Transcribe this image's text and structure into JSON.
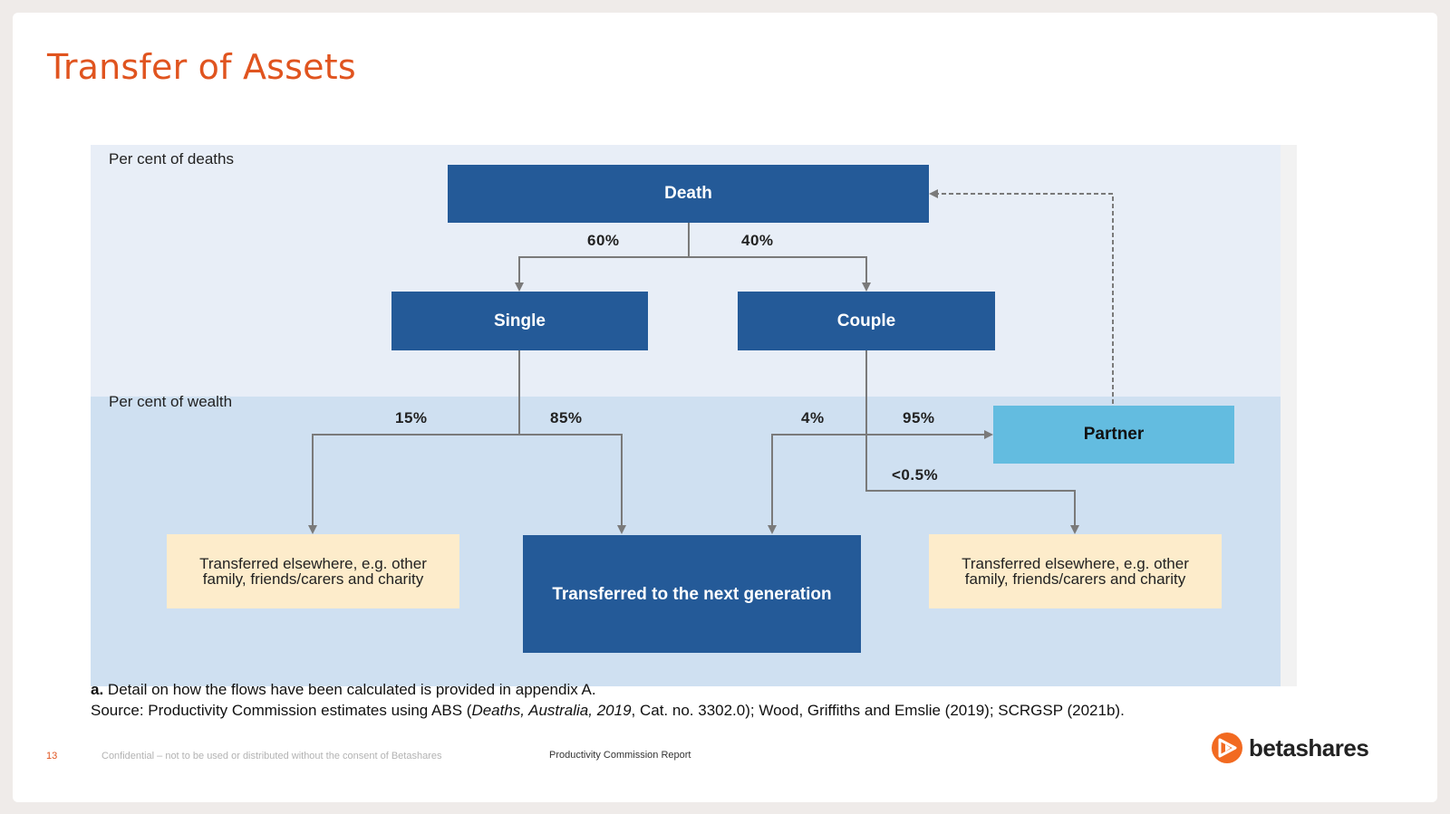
{
  "slide": {
    "title": "Transfer of Assets",
    "page_number": "13",
    "confidential": "Confidential – not to be used or distributed without the consent of Betashares",
    "report": "Productivity Commission Report",
    "brand": "betashares"
  },
  "diagram": {
    "band_deaths": "Per cent of deaths",
    "band_wealth": "Per cent of wealth",
    "nodes": {
      "death": "Death",
      "single": "Single",
      "couple": "Couple",
      "partner": "Partner",
      "elsewhere_left": "Transferred elsewhere, e.g. other family, friends/carers and charity",
      "next_generation": "Transferred to the next generation",
      "elsewhere_right": "Transferred elsewhere, e.g. other family, friends/carers and charity"
    },
    "percentages": {
      "death_to_single": "60%",
      "death_to_couple": "40%",
      "single_to_elsewhere": "15%",
      "single_to_next_gen": "85%",
      "couple_to_next_gen": "4%",
      "couple_to_partner": "95%",
      "couple_to_elsewhere": "<0.5%"
    },
    "colors": {
      "dark_box": "#245a98",
      "partner_box": "#63bce0",
      "elsewhere_box": "#fdeccb",
      "deaths_band": "#e8eef7",
      "wealth_band": "#cfe0f1",
      "title": "#e0541f"
    }
  },
  "footnotes": {
    "a_prefix": "a.",
    "a_text": " Detail on how the flows have been calculated is provided in appendix A.",
    "source_1": "Source: Productivity Commission estimates using ABS (",
    "source_italic": "Deaths, Australia, 2019",
    "source_2": ", Cat. no. 3302.0); Wood, Griffiths and Emslie (2019); SCRGSP (2021b)."
  }
}
